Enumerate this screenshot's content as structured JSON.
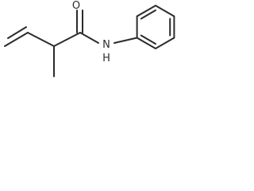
{
  "molecule": {
    "atoms": {
      "oxygen": "O",
      "nitrogen": "N",
      "hydrogen": "H"
    },
    "colors": {
      "ink": "#2b2b2b",
      "background": "#ffffff"
    }
  }
}
